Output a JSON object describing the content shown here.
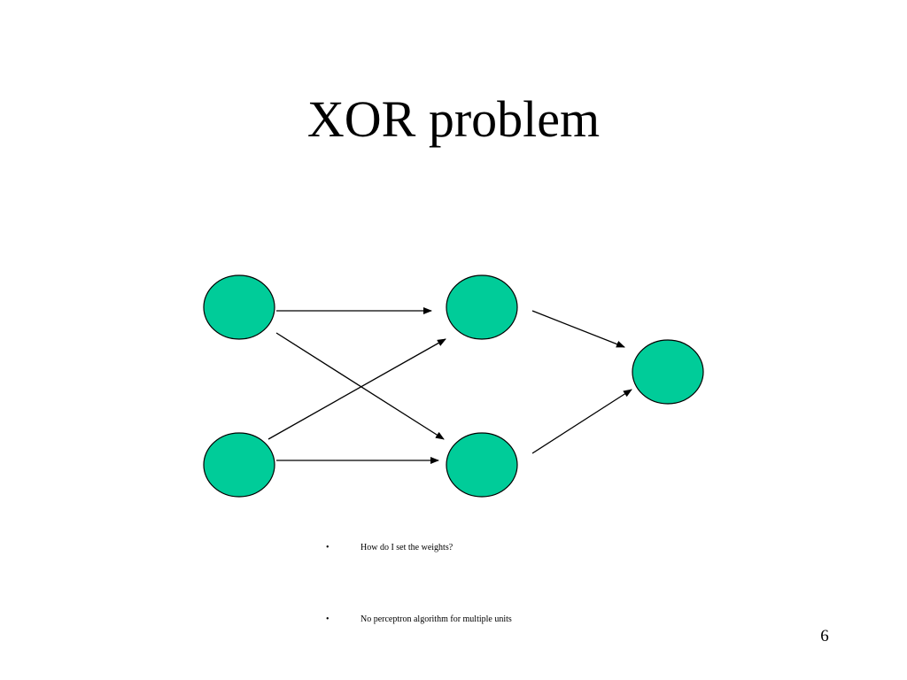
{
  "slide": {
    "title": "XOR problem",
    "page_number": "6"
  },
  "bullets": [
    {
      "marker": "•",
      "text": "How do I set the weights?"
    },
    {
      "marker": "•",
      "text": "No perceptron algorithm for multiple units"
    }
  ],
  "diagram": {
    "node_fill": "#00CC99",
    "node_stroke": "#000000",
    "edge_color": "#000000",
    "nodes": [
      {
        "id": "input-top",
        "layer": "input"
      },
      {
        "id": "input-bottom",
        "layer": "input"
      },
      {
        "id": "hidden-top",
        "layer": "hidden"
      },
      {
        "id": "hidden-bottom",
        "layer": "hidden"
      },
      {
        "id": "output",
        "layer": "output"
      }
    ],
    "edges": [
      {
        "from": "input-top",
        "to": "hidden-top"
      },
      {
        "from": "input-top",
        "to": "hidden-bottom"
      },
      {
        "from": "input-bottom",
        "to": "hidden-top"
      },
      {
        "from": "input-bottom",
        "to": "hidden-bottom"
      },
      {
        "from": "hidden-top",
        "to": "output"
      },
      {
        "from": "hidden-bottom",
        "to": "output"
      }
    ]
  }
}
